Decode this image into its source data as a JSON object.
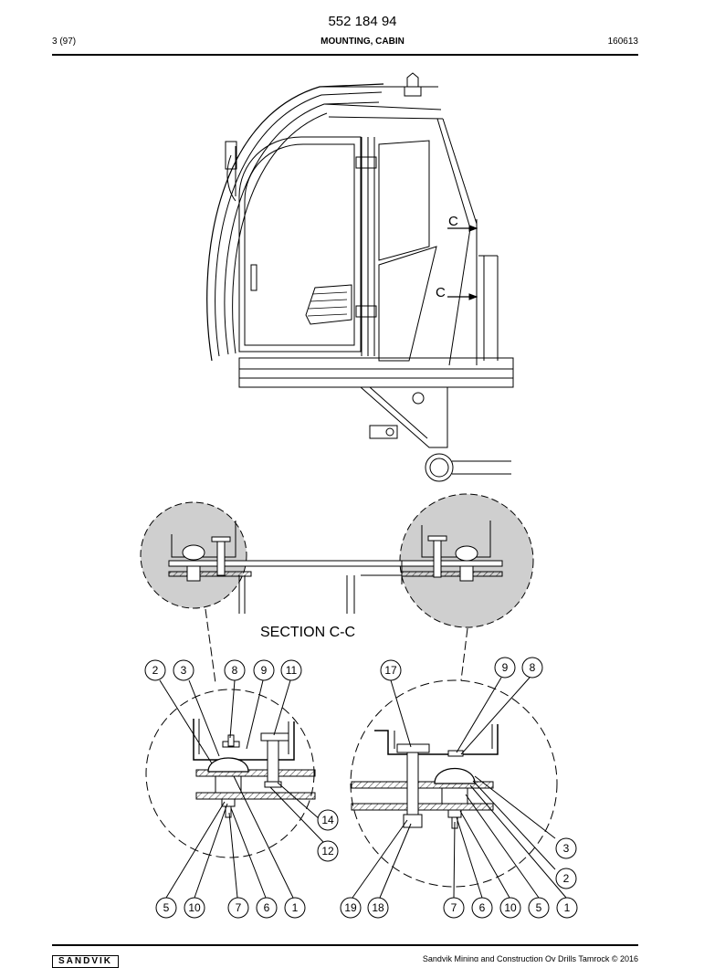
{
  "header": {
    "doc_number": "552 184 94",
    "page": "3 (97)",
    "title": "MOUNTING, CABIN",
    "date_code": "160613"
  },
  "drawing": {
    "section_markers": [
      "C",
      "C"
    ],
    "section_label": "SECTION C-C",
    "callouts_left": [
      "2",
      "3",
      "8",
      "9",
      "11",
      "14",
      "12",
      "5",
      "10",
      "7",
      "6",
      "1"
    ],
    "callouts_right": [
      "17",
      "9",
      "8",
      "3",
      "2",
      "19",
      "18",
      "7",
      "6",
      "10",
      "5",
      "1"
    ]
  },
  "footer": {
    "logo": "SANDVIK",
    "copyright": "Sandvik Mining and Construction Oy Drills Tamrock © 2016"
  }
}
